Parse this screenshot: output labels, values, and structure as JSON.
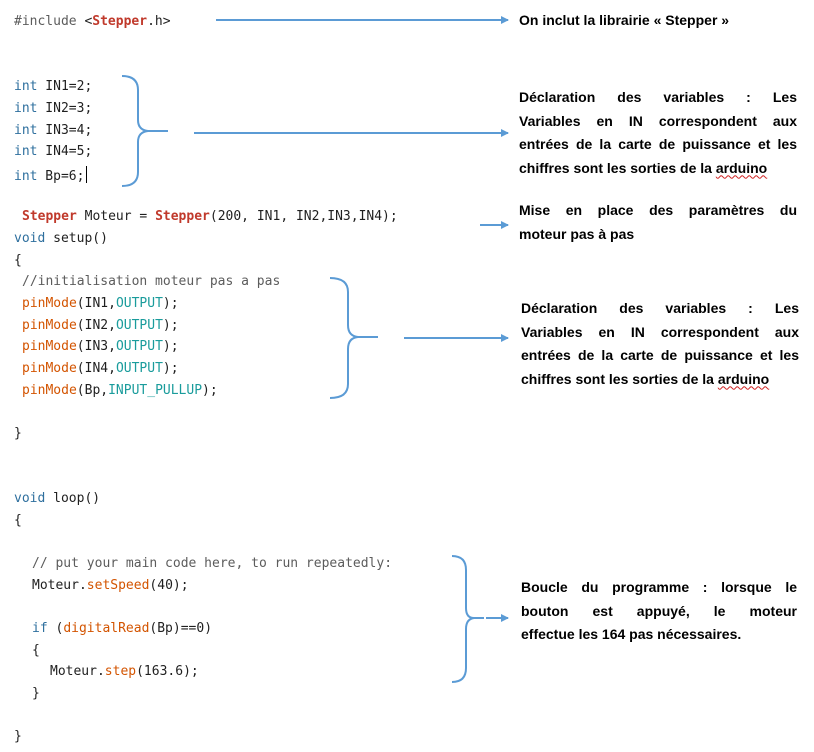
{
  "code": {
    "include": {
      "directive": "#include ",
      "lt": "<",
      "lib": "Stepper",
      "rest": ".h>"
    },
    "int_kw": "int",
    "vars": [
      {
        "decl": " IN1=2;"
      },
      {
        "decl": " IN2=3;"
      },
      {
        "decl": " IN3=4;"
      },
      {
        "decl": " IN4=5;"
      },
      {
        "decl": " Bp=6;"
      }
    ],
    "stepper_line": {
      "cls": "Stepper",
      "obj": " Moteur = ",
      "ctor": "Stepper",
      "args": "(200, IN1, IN2,IN3,IN4);"
    },
    "void_kw": "void",
    "setup_sig": " setup()",
    "open_brace": "{",
    "close_brace": "}",
    "setup_comment": "//initialisation moteur pas a pas",
    "pinmode_fn": "pinMode",
    "pinmodes": [
      {
        "arg": "(IN1,",
        "mode": "OUTPUT",
        "end": ");"
      },
      {
        "arg": "(IN2,",
        "mode": "OUTPUT",
        "end": ");"
      },
      {
        "arg": "(IN3,",
        "mode": "OUTPUT",
        "end": ");"
      },
      {
        "arg": "(IN4,",
        "mode": "OUTPUT",
        "end": ");"
      },
      {
        "arg": "(Bp,",
        "mode": "INPUT_PULLUP",
        "end": ");"
      }
    ],
    "loop_sig": " loop()",
    "loop_comment": "// put your main code here, to run repeatedly:",
    "setspeed": {
      "obj": "Moteur.",
      "fn": "setSpeed",
      "args": "(40);"
    },
    "if_kw": "if",
    "if_fn": "digitalRead",
    "if_args": "(Bp)==0)",
    "if_open": " (",
    "step": {
      "obj": "Moteur.",
      "fn": "step",
      "args": "(163.6);"
    }
  },
  "notes": {
    "include": "On inclut la librairie « Stepper »",
    "decl1": {
      "l1": "Déclaration des variables : Les",
      "l2": "Variables en IN correspondent aux",
      "l3": "entrées de la carte de puissance et les",
      "l4a": "chiffres sont les sorties de la ",
      "l4b": "arduino"
    },
    "params": {
      "l1": "Mise en place des paramètres du",
      "l2": "moteur pas à pas"
    },
    "decl2": {
      "l1": "Déclaration des variables : Les",
      "l2": "Variables en IN correspondent aux",
      "l3": "entrées de la carte de puissance et les",
      "l4a": "chiffres sont les sorties de la ",
      "l4b": "arduino"
    },
    "loop": {
      "l1": "Boucle du programme : lorsque le",
      "l2": "bouton est appuyé, le moteur",
      "l3": "effectue les 164 pas nécessaires."
    }
  },
  "colors": {
    "arrow": "#5b9bd5",
    "keyword": "#2e6f9e",
    "function": "#d35400",
    "constant": "#1a9c9c"
  }
}
